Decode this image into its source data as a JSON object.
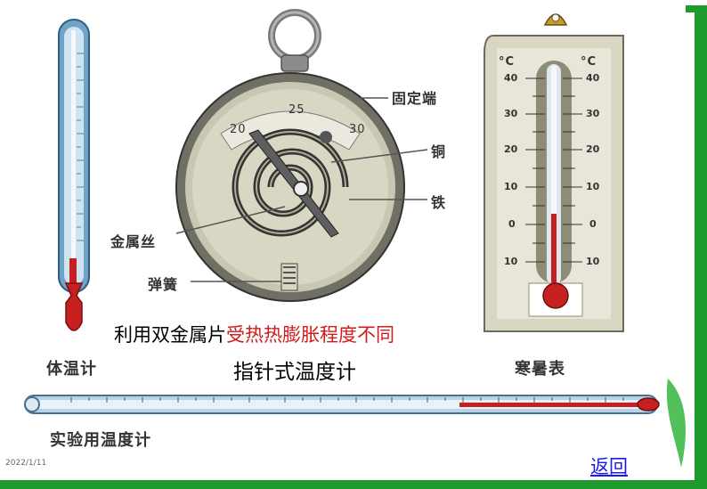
{
  "thermometers": {
    "body": {
      "label": "体温计"
    },
    "dial": {
      "scale": [
        "20",
        "25",
        "30"
      ],
      "parts": {
        "fixed_end": "固定端",
        "copper": "铜",
        "iron": "铁",
        "metal_wire": "金属丝",
        "spring": "弹簧"
      }
    },
    "wall": {
      "label": "寒暑表",
      "unit_left": "°C",
      "unit_right": "°C",
      "scale": [
        "40",
        "30",
        "20",
        "10",
        "0",
        "10"
      ]
    },
    "lab": {
      "label": "实验用温度计"
    }
  },
  "captions": {
    "principle_black": "利用双金属片",
    "principle_red": "受热热膨胀程度不同",
    "pointer_title": "指针式温度计"
  },
  "footer": {
    "date": "2022/1/11",
    "back": "返回"
  },
  "colors": {
    "frame": "#1f9a2c",
    "mercury": "#c62020",
    "glass": "#a8c8e0",
    "card": "#e8e6d8",
    "link": "#1a1aee"
  }
}
